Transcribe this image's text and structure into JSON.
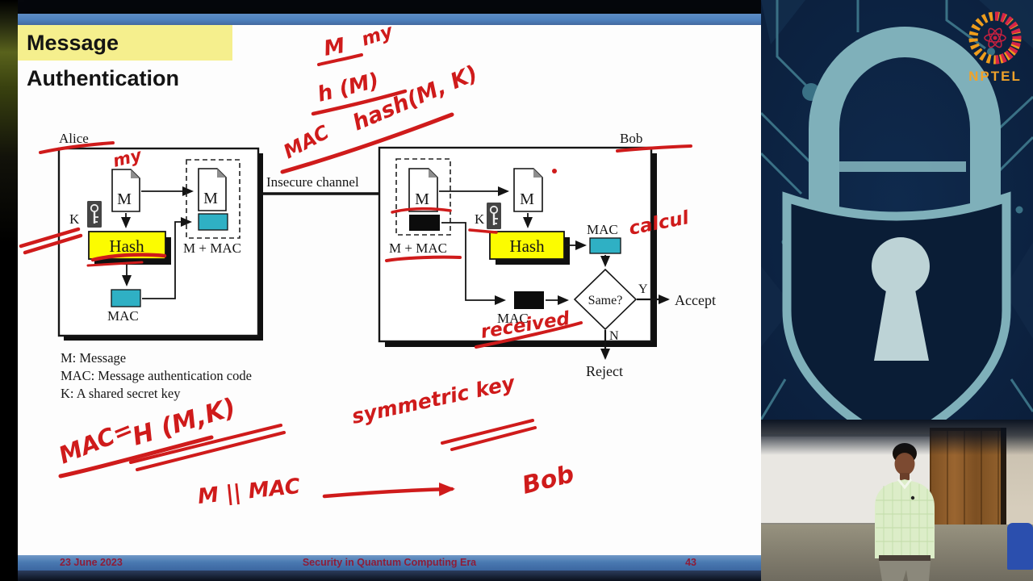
{
  "slide": {
    "title": "Message Authentication",
    "channel_label": "Insecure channel",
    "alice": {
      "label": "Alice",
      "m_doc": "M",
      "m_doc_copy": "M",
      "key_label": "K",
      "hash_label": "Hash",
      "mac_label": "MAC",
      "m_plus_mac_label": "M + MAC"
    },
    "bob": {
      "label": "Bob",
      "m_doc_received": "M",
      "m_doc_copy": "M",
      "key_label": "K",
      "hash_label": "Hash",
      "mac_computed_label": "MAC",
      "mac_received_label": "MAC",
      "m_plus_mac_label": "M + MAC",
      "compare_label": "Same?",
      "yes_label": "Y",
      "no_label": "N",
      "accept_label": "Accept",
      "reject_label": "Reject"
    },
    "legend": [
      "M: Message",
      "MAC: Message authentication code",
      "K: A shared secret key"
    ],
    "footer": {
      "date": "23 June 2023",
      "course": "Security in Quantum Computing Era",
      "page": "43"
    }
  },
  "ink": {
    "m": "M",
    "msg_word": "my",
    "msg_word_alice": "my",
    "h_of_m": "h (M)",
    "mac_word": "MAC",
    "hash_mk": "hash(M, K)",
    "calculated": "calcul",
    "received": "received",
    "mac_eq": "MAC=",
    "h_mk": "H (M,K)",
    "symmetric_key": "symmetric key",
    "m_concat_mac": "M || MAC",
    "bob_word": "Bob"
  },
  "right_panel": {
    "logo_text": "NPTEL"
  },
  "colors": {
    "title_highlight": "#f5ef8d",
    "slide_bar_blue": "#4d80bd",
    "hash_yellow": "#fcfc00",
    "mac_cyan": "#2fb0c4",
    "ink_red": "#cf1b1b",
    "footer_text": "#8e1d38",
    "panel_teal": "#7fb0ba",
    "panel_navy": "#0c2240"
  }
}
